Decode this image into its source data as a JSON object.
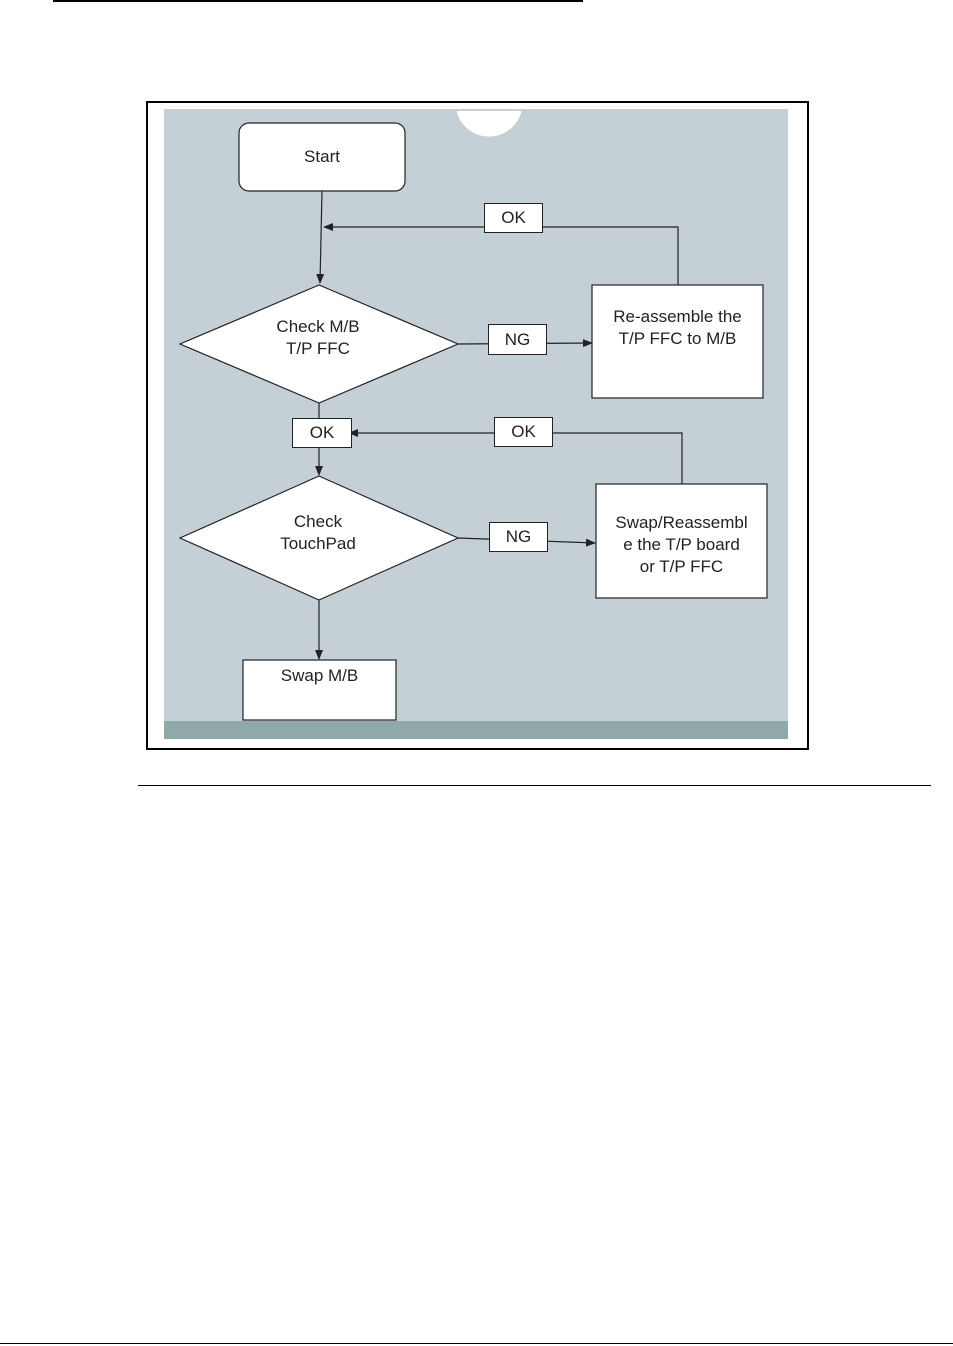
{
  "colors": {
    "background_panel": "#c5d0d6",
    "bottom_band": "#8fa8a8",
    "node_fill": "#ffffff",
    "stroke": "#222222"
  },
  "nodes": {
    "start": "Start",
    "check_mb": "Check M/B\nT/P FFC",
    "reassemble": "Re-assemble the\nT/P FFC to M/B",
    "check_touchpad": "Check\nTouchPad",
    "swap_reassemble": "Swap/Reassembl\ne the T/P board\nor T/P FFC",
    "swap_mb": "Swap M/B"
  },
  "edge_labels": {
    "reassemble_ok": "OK",
    "check_mb_ng": "NG",
    "check_mb_ok": "OK",
    "swap_ok": "OK",
    "check_touchpad_ng": "NG"
  }
}
